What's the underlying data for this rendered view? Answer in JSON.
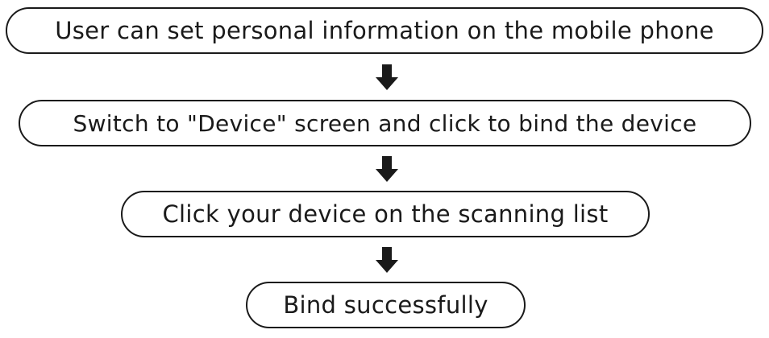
{
  "flowchart": {
    "steps": [
      {
        "label": "User can set personal information on the mobile phone"
      },
      {
        "label": "Switch to \"Device\" screen and click to bind the device"
      },
      {
        "label": "Click your device on the scanning list"
      },
      {
        "label": "Bind successfully"
      }
    ],
    "arrow_icon": "down-arrow-icon",
    "colors": {
      "stroke": "#1a1a1a",
      "background": "#ffffff"
    }
  }
}
